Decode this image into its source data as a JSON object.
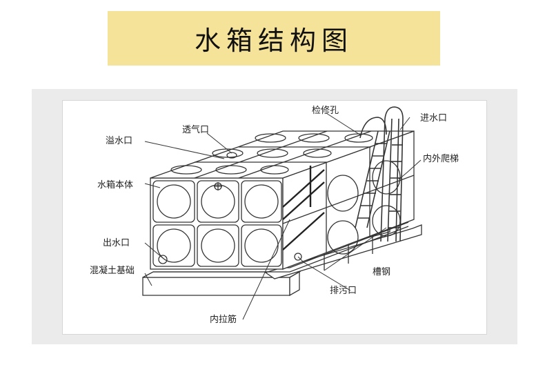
{
  "title": "水箱结构图",
  "labels": {
    "overflow": "溢水口",
    "vent": "透气口",
    "manhole": "检修孔",
    "inlet": "进水口",
    "ladder": "内外爬梯",
    "body": "水箱本体",
    "outlet": "出水口",
    "foundation": "混凝土基础",
    "channel": "槽钢",
    "drain": "排污口",
    "tie_rod": "内拉筋"
  }
}
